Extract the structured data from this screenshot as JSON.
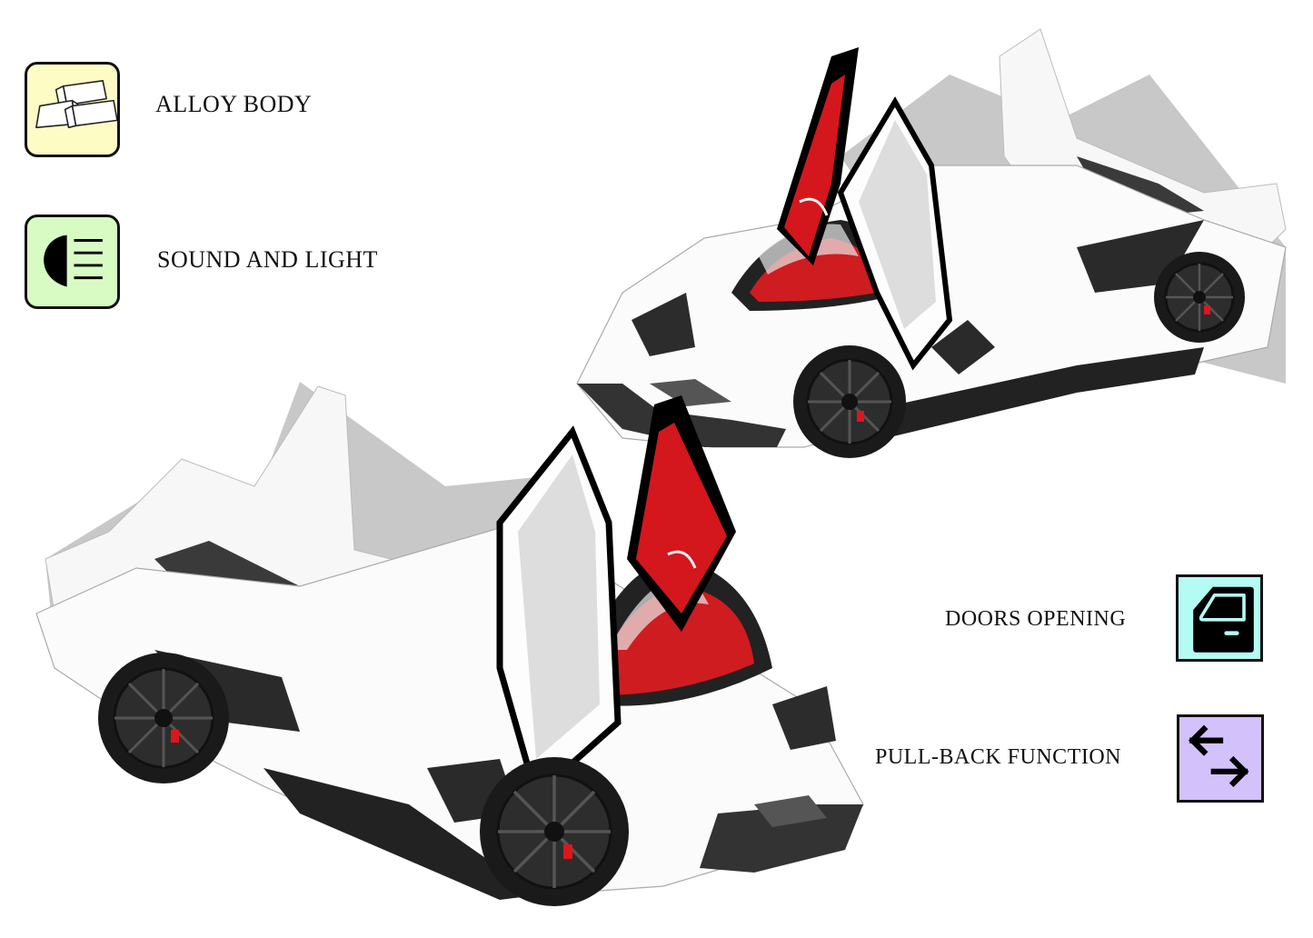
{
  "features": [
    {
      "id": "alloy-body",
      "label": "ALLOY BODY",
      "icon": "metal-ingots-icon",
      "bg": "#fdfcc4"
    },
    {
      "id": "sound-light",
      "label": "SOUND AND LIGHT",
      "icon": "headlight-beam-icon",
      "bg": "#d8fbc4"
    },
    {
      "id": "doors-opening",
      "label": "DOORS OPENING",
      "icon": "car-door-icon",
      "bg": "#b4fbf3"
    },
    {
      "id": "pull-back",
      "label": "PULL-BACK FUNCTION",
      "icon": "left-right-arrows-icon",
      "bg": "#d3c1fb"
    }
  ],
  "product": {
    "images": [
      {
        "view": "front-right three-quarter, doors open",
        "body_color": "#ffffff",
        "accent": "#e0151b"
      },
      {
        "view": "front-right three-quarter (close-up), doors open",
        "body_color": "#ffffff",
        "accent": "#e0151b"
      }
    ]
  }
}
